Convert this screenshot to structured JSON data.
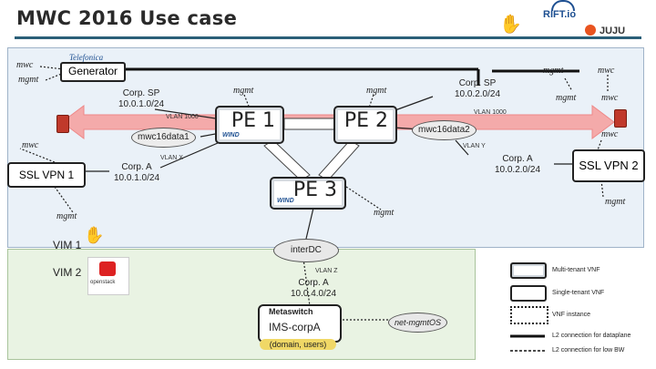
{
  "title": "MWC 2016 Use case",
  "logos": {
    "rift": "RIFT.io",
    "juju": "JUJU",
    "telefonica": "Telefonica",
    "metaswitch": "Metaswitch",
    "wind": "WIND",
    "openstack": "openstack"
  },
  "regions": {
    "vim1": "VIM 1",
    "vim2": "VIM 2"
  },
  "nodes": {
    "generator": "Generator",
    "pe1": "PE 1",
    "pe2": "PE 2",
    "pe3": "PE 3",
    "ssl_vpn_1": "SSL VPN 1",
    "ssl_vpn_2": "SSL VPN 2",
    "ims": "IMS-corpA",
    "ims_sub": "(domain, users)"
  },
  "networks": {
    "corp_sp_1": [
      "Corp. SP",
      "10.0.1.0/24"
    ],
    "corp_sp_2": [
      "Corp. SP",
      "10.0.2.0/24"
    ],
    "corp_a_1": [
      "Corp. A",
      "10.0.1.0/24"
    ],
    "corp_a_2": [
      "Corp. A",
      "10.0.2.0/24"
    ],
    "corp_a_4": [
      "Corp. A",
      "10.0.4.0/24"
    ],
    "mwc16data1": "mwc16data1",
    "mwc16data2": "mwc16data2",
    "interdc": "interDC",
    "net_mgmtos": "net-mgmtOS"
  },
  "labels": {
    "mwc": "mwc",
    "mgmt": "mgmt",
    "vlan_1000_a": "VLAN 1000",
    "vlan_1000_b": "VLAN 1000",
    "vlan_x": "VLAN X",
    "vlan_y": "VLAN Y",
    "vlan_z": "VLAN Z"
  },
  "legend": [
    "Multi-tenant VNF",
    "Single-tenant VNF",
    "VNF instance",
    "L2 connection for dataplane",
    "L2 connection for low BW"
  ],
  "colors": {
    "accent": "#2b5f78",
    "vim1_bg": "#eaf1f8",
    "vim2_bg": "#e9f3e3",
    "arrow": "#f4aaaa"
  }
}
